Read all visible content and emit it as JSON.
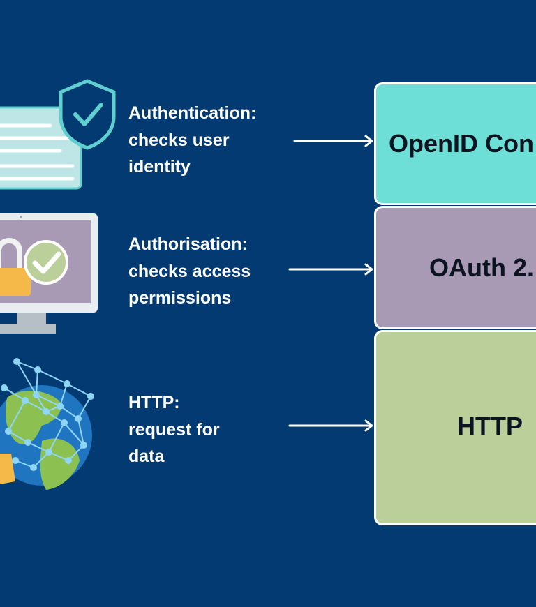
{
  "layers": [
    {
      "label_lines": [
        "Authentication:",
        "checks user",
        "identity"
      ],
      "protocol": "OpenID Con",
      "color": "#6edfd6",
      "icon": "shield-document-icon"
    },
    {
      "label_lines": [
        "Authorisation:",
        "checks access",
        "permissions"
      ],
      "protocol": "OAuth 2.",
      "color": "#a899b5",
      "icon": "lock-monitor-icon"
    },
    {
      "label_lines": [
        "HTTP:",
        "request for",
        "data"
      ],
      "protocol": "HTTP",
      "color": "#bacf99",
      "icon": "globe-network-icon"
    }
  ],
  "colors": {
    "background": "#033a72",
    "arrow": "#ffffff",
    "text": "#ffffff"
  }
}
